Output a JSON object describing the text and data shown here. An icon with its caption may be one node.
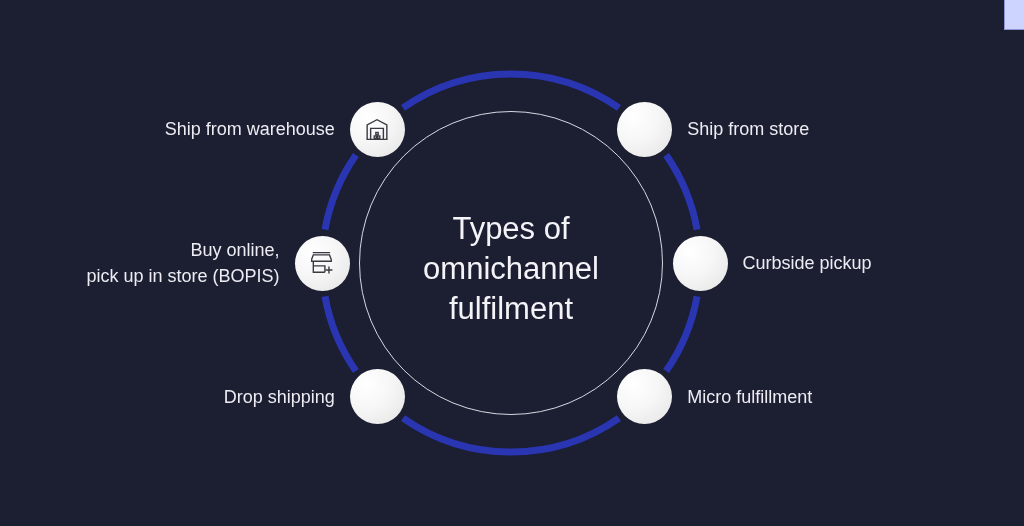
{
  "diagram": {
    "nodes": [
      {
        "text": [
          "Types of omnichannel fulfilment"
        ]
      },
      {
        "text": [
          "Ship from warehouse"
        ]
      },
      {
        "text": [
          "Ship from store"
        ]
      },
      {
        "text": [
          "Curbside pickup"
        ]
      },
      {
        "text": [
          "Micro fulfillment"
        ]
      },
      {
        "text": [
          "Drop shipping"
        ]
      },
      {
        "text": [
          "Buy online, pick up in store (BOPIS)"
        ]
      }
    ],
    "edges": [
      {
        "from": 1,
        "to": 2,
        "arrow": "none"
      },
      {
        "from": 2,
        "to": 3,
        "arrow": "none"
      },
      {
        "from": 3,
        "to": 4,
        "arrow": "none"
      },
      {
        "from": 4,
        "to": 5,
        "arrow": "none"
      },
      {
        "from": 5,
        "to": 6,
        "arrow": "none"
      },
      {
        "from": 6,
        "to": 1,
        "arrow": "none"
      }
    ]
  }
}
